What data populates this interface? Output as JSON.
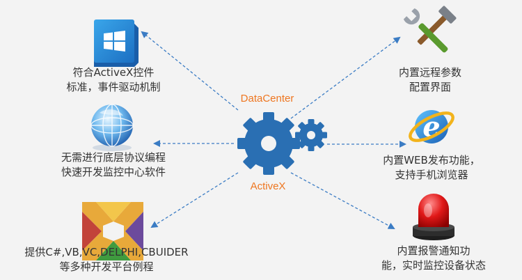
{
  "center": {
    "label_top": "DataCenter",
    "label_bottom": "ActiveX"
  },
  "nodes": [
    {
      "id": "activex-control",
      "icon": "windows-icon",
      "lines": [
        "符合ActiveX控件",
        "标准，事件驱动机制"
      ]
    },
    {
      "id": "protocol",
      "icon": "globe-icon",
      "lines": [
        "无需进行底层协议编程",
        "快速开发监控中心软件"
      ]
    },
    {
      "id": "languages",
      "icon": "visual-studio-icon",
      "lines": [
        "提供C#,VB,VC,DELPHI,CBUIDER",
        "等多种开发平台例程"
      ]
    },
    {
      "id": "remote-config",
      "icon": "tools-icon",
      "lines": [
        "内置远程参数",
        "配置界面"
      ]
    },
    {
      "id": "web",
      "icon": "internet-explorer-icon",
      "lines": [
        "内置WEB发布功能，",
        "支持手机浏览器"
      ]
    },
    {
      "id": "alarm",
      "icon": "alarm-light-icon",
      "lines": [
        "内置报警通知功",
        "能，实时监控设备状态"
      ]
    }
  ],
  "colors": {
    "accent": "#ee7620",
    "gear": "#2a6fb3",
    "arrow": "#3b7cc4",
    "text": "#333333",
    "background": "#f3f3f3"
  }
}
